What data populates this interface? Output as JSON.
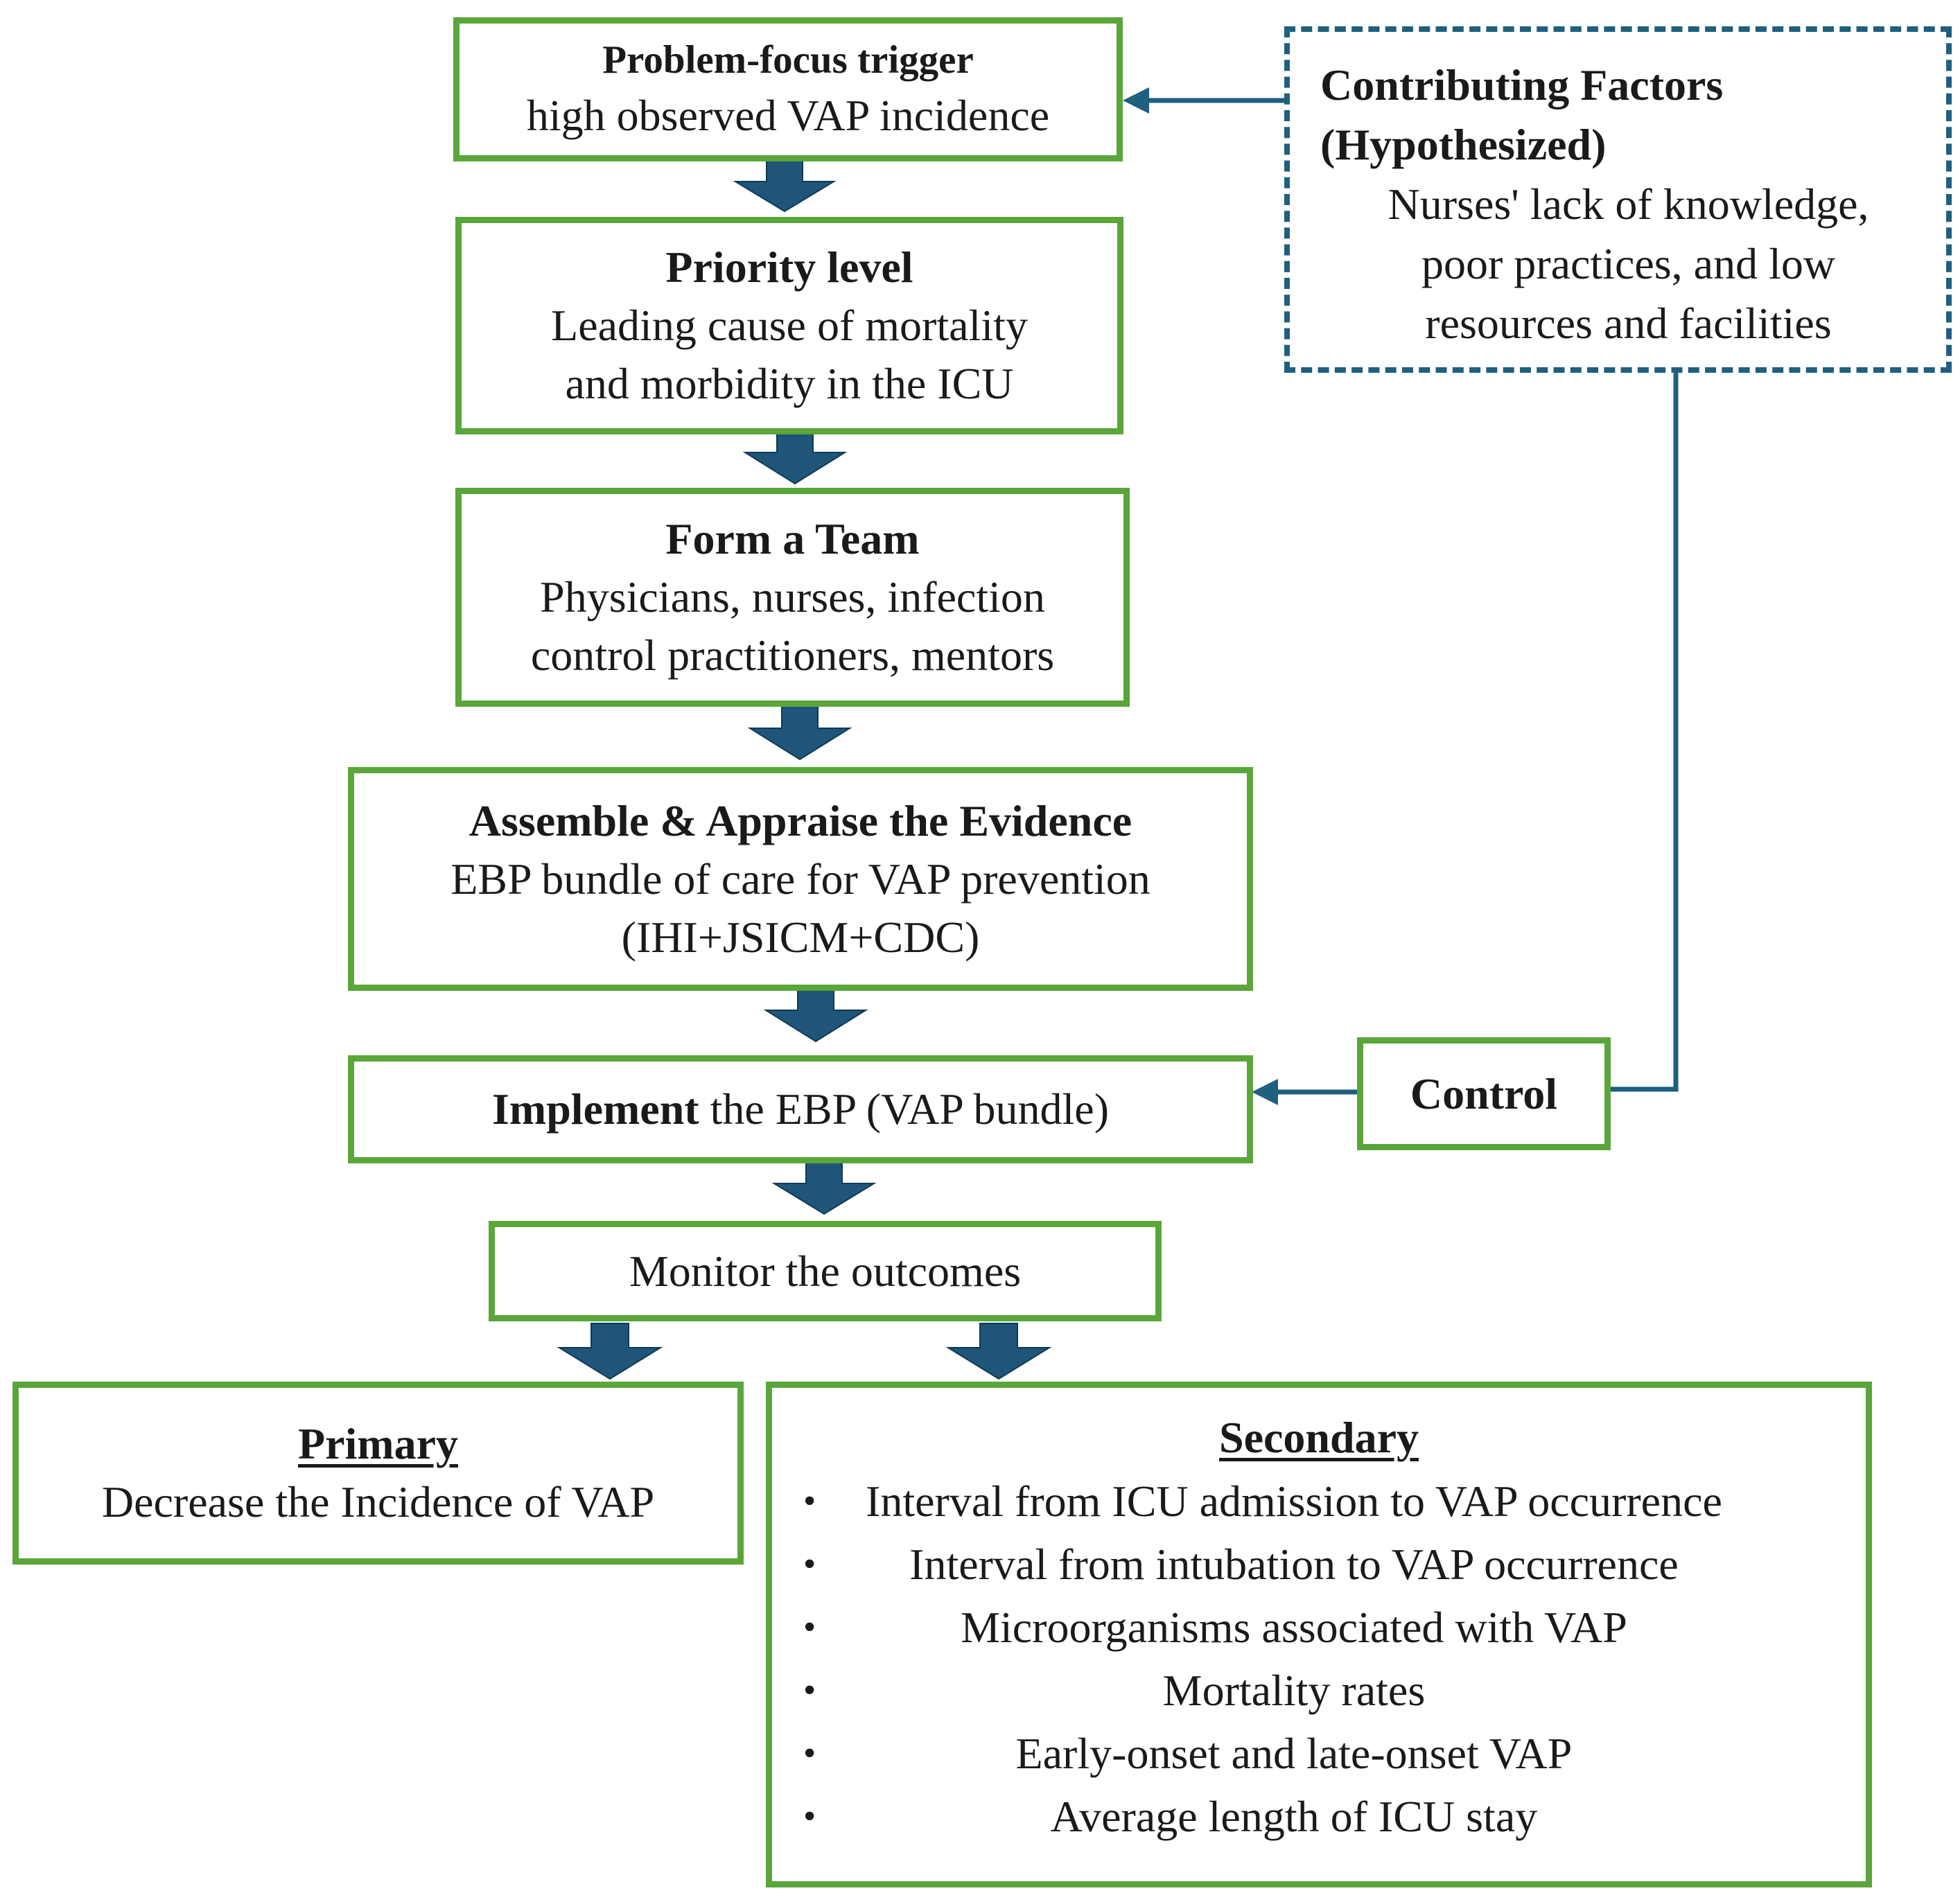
{
  "trigger": {
    "title": "Problem-focus trigger",
    "body": "high observed VAP incidence"
  },
  "priority": {
    "title": "Priority level",
    "body_lines": [
      "Leading cause of mortality",
      "and morbidity in the ICU"
    ]
  },
  "team": {
    "title": "Form a Team",
    "body_lines": [
      "Physicians, nurses, infection",
      "control practitioners, mentors"
    ]
  },
  "evidence": {
    "title": "Assemble & Appraise the Evidence",
    "body_lines": [
      "EBP bundle of care for VAP prevention",
      "(IHI+JSICM+CDC)"
    ]
  },
  "implement": {
    "bold": "Implement",
    "rest": " the EBP (VAP bundle)"
  },
  "monitor": {
    "label": "Monitor the outcomes"
  },
  "primary": {
    "title": "Primary",
    "body": "Decrease the Incidence of VAP"
  },
  "secondary": {
    "title": "Secondary",
    "bullet": "•",
    "items": [
      "Interval from ICU admission to VAP occurrence",
      "Interval from intubation to VAP occurrence",
      "Microorganisms associated with VAP",
      "Mortality rates",
      "Early-onset and late-onset VAP",
      "Average length of ICU stay"
    ]
  },
  "contributing": {
    "title_lines": [
      "Contributing Factors",
      "(Hypothesized)"
    ],
    "body_lines": [
      "Nurses' lack of knowledge,",
      "poor practices, and low",
      "resources and facilities"
    ]
  },
  "control": {
    "label": "Control"
  },
  "colors": {
    "box_border": "#5aa63a",
    "arrow_fill": "#1f5578",
    "connector": "#1f5f7f"
  }
}
